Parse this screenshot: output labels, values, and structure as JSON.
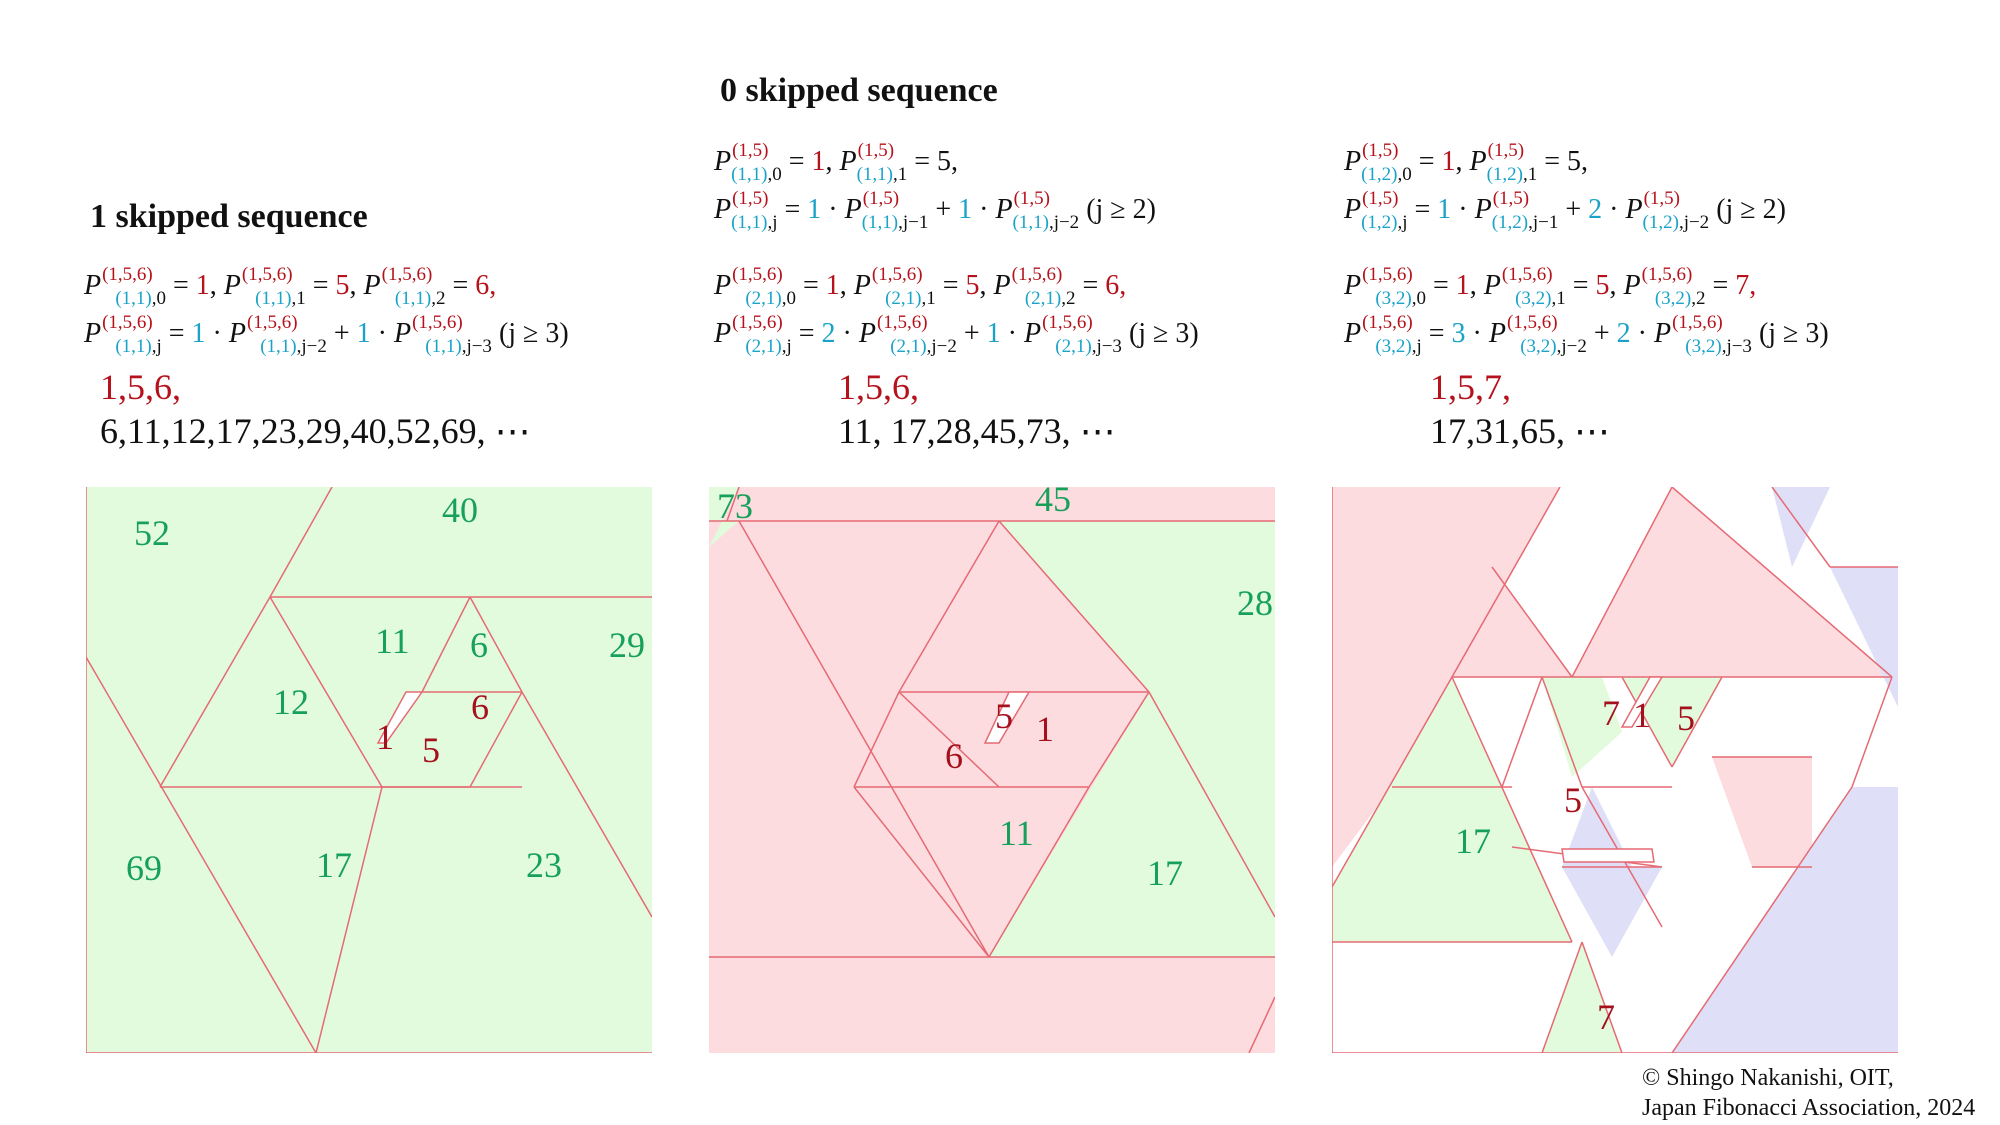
{
  "columns": [
    {
      "heading": "1 skipped sequence",
      "equations": [
        {
          "parts": [
            {
              "t": "P",
              "c": "P"
            },
            {
              "t": "(1,5,6)",
              "c": "sup"
            },
            {
              "t": "(1,1),0",
              "c": "sub"
            },
            {
              "t": " = ",
              "c": ""
            },
            {
              "t": "1",
              "c": "red"
            },
            {
              "t": ", ",
              "c": ""
            },
            {
              "t": "P",
              "c": "P"
            },
            {
              "t": "(1,5,6)",
              "c": "sup"
            },
            {
              "t": "(1,1),1",
              "c": "sub"
            },
            {
              "t": " = ",
              "c": ""
            },
            {
              "t": "5",
              "c": "red"
            },
            {
              "t": ", ",
              "c": ""
            },
            {
              "t": "P",
              "c": "P"
            },
            {
              "t": "(1,5,6)",
              "c": "sup"
            },
            {
              "t": "(1,1),2",
              "c": "sub"
            },
            {
              "t": " = ",
              "c": ""
            },
            {
              "t": "6,",
              "c": "red"
            }
          ]
        },
        {
          "parts": [
            {
              "t": "P",
              "c": "P"
            },
            {
              "t": "(1,5,6)",
              "c": "sup"
            },
            {
              "t": "(1,1),j",
              "c": "sub"
            },
            {
              "t": " = ",
              "c": ""
            },
            {
              "t": "1",
              "c": "cyan"
            },
            {
              "t": " · ",
              "c": ""
            },
            {
              "t": "P",
              "c": "P"
            },
            {
              "t": "(1,5,6)",
              "c": "sup"
            },
            {
              "t": "(1,1),j−2",
              "c": "sub"
            },
            {
              "t": " + ",
              "c": ""
            },
            {
              "t": "1",
              "c": "cyan"
            },
            {
              "t": " · ",
              "c": ""
            },
            {
              "t": "P",
              "c": "P"
            },
            {
              "t": "(1,5,6)",
              "c": "sup"
            },
            {
              "t": "(1,1),j−3",
              "c": "sub"
            },
            {
              "t": "  (j ≥ 3)",
              "c": ""
            }
          ]
        }
      ],
      "seq_initial": "1,5,6,",
      "seq_rest": "6,11,12,17,23,29,40,52,69, ⋯"
    },
    {
      "heading": "0 skipped sequence",
      "equations": [
        {
          "parts": [
            {
              "t": "P",
              "c": "P"
            },
            {
              "t": "(1,5)",
              "c": "sup"
            },
            {
              "t": "(1,1),0",
              "c": "sub"
            },
            {
              "t": " = ",
              "c": ""
            },
            {
              "t": "1",
              "c": "red"
            },
            {
              "t": ", ",
              "c": ""
            },
            {
              "t": "P",
              "c": "P"
            },
            {
              "t": "(1,5)",
              "c": "sup"
            },
            {
              "t": "(1,1),1",
              "c": "sub"
            },
            {
              "t": " = 5,",
              "c": ""
            }
          ]
        },
        {
          "parts": [
            {
              "t": "P",
              "c": "P"
            },
            {
              "t": "(1,5)",
              "c": "sup"
            },
            {
              "t": "(1,1),j",
              "c": "sub"
            },
            {
              "t": " = ",
              "c": ""
            },
            {
              "t": "1",
              "c": "cyan"
            },
            {
              "t": " · ",
              "c": ""
            },
            {
              "t": "P",
              "c": "P"
            },
            {
              "t": "(1,5)",
              "c": "sup"
            },
            {
              "t": "(1,1),j−1",
              "c": "sub"
            },
            {
              "t": " + ",
              "c": ""
            },
            {
              "t": "1",
              "c": "cyan"
            },
            {
              "t": " · ",
              "c": ""
            },
            {
              "t": "P",
              "c": "P"
            },
            {
              "t": "(1,5)",
              "c": "sup"
            },
            {
              "t": "(1,1),j−2",
              "c": "sub"
            },
            {
              "t": "  (j ≥ 2)",
              "c": ""
            }
          ]
        },
        {
          "parts": [
            {
              "t": "P",
              "c": "P"
            },
            {
              "t": "(1,5,6)",
              "c": "sup"
            },
            {
              "t": "(2,1),0",
              "c": "sub"
            },
            {
              "t": " = ",
              "c": ""
            },
            {
              "t": "1",
              "c": "red"
            },
            {
              "t": ", ",
              "c": ""
            },
            {
              "t": "P",
              "c": "P"
            },
            {
              "t": "(1,5,6)",
              "c": "sup"
            },
            {
              "t": "(2,1),1",
              "c": "sub"
            },
            {
              "t": " = ",
              "c": ""
            },
            {
              "t": "5",
              "c": "red"
            },
            {
              "t": ", ",
              "c": ""
            },
            {
              "t": "P",
              "c": "P"
            },
            {
              "t": "(1,5,6)",
              "c": "sup"
            },
            {
              "t": "(2,1),2",
              "c": "sub"
            },
            {
              "t": " = ",
              "c": ""
            },
            {
              "t": "6,",
              "c": "red"
            }
          ]
        },
        {
          "parts": [
            {
              "t": "P",
              "c": "P"
            },
            {
              "t": "(1,5,6)",
              "c": "sup"
            },
            {
              "t": "(2,1),j",
              "c": "sub"
            },
            {
              "t": " = ",
              "c": ""
            },
            {
              "t": "2",
              "c": "cyan"
            },
            {
              "t": " · ",
              "c": ""
            },
            {
              "t": "P",
              "c": "P"
            },
            {
              "t": "(1,5,6)",
              "c": "sup"
            },
            {
              "t": "(2,1),j−2",
              "c": "sub"
            },
            {
              "t": " + ",
              "c": ""
            },
            {
              "t": "1",
              "c": "cyan"
            },
            {
              "t": " · ",
              "c": ""
            },
            {
              "t": "P",
              "c": "P"
            },
            {
              "t": "(1,5,6)",
              "c": "sup"
            },
            {
              "t": "(2,1),j−3",
              "c": "sub"
            },
            {
              "t": "  (j ≥ 3)",
              "c": ""
            }
          ]
        }
      ],
      "seq_initial": "1,5,6,",
      "seq_rest": "11, 17,28,45,73, ⋯"
    },
    {
      "heading": "",
      "equations": [
        {
          "parts": [
            {
              "t": "P",
              "c": "P"
            },
            {
              "t": "(1,5)",
              "c": "sup"
            },
            {
              "t": "(1,2),0",
              "c": "sub"
            },
            {
              "t": " = ",
              "c": ""
            },
            {
              "t": "1",
              "c": "red"
            },
            {
              "t": ", ",
              "c": ""
            },
            {
              "t": "P",
              "c": "P"
            },
            {
              "t": "(1,5)",
              "c": "sup"
            },
            {
              "t": "(1,2),1",
              "c": "sub"
            },
            {
              "t": " = 5,",
              "c": ""
            }
          ]
        },
        {
          "parts": [
            {
              "t": "P",
              "c": "P"
            },
            {
              "t": "(1,5)",
              "c": "sup"
            },
            {
              "t": "(1,2),j",
              "c": "sub"
            },
            {
              "t": " = ",
              "c": ""
            },
            {
              "t": "1",
              "c": "cyan"
            },
            {
              "t": " · ",
              "c": ""
            },
            {
              "t": "P",
              "c": "P"
            },
            {
              "t": "(1,5)",
              "c": "sup"
            },
            {
              "t": "(1,2),j−1",
              "c": "sub"
            },
            {
              "t": " + ",
              "c": ""
            },
            {
              "t": "2",
              "c": "cyan"
            },
            {
              "t": " · ",
              "c": ""
            },
            {
              "t": "P",
              "c": "P"
            },
            {
              "t": "(1,5)",
              "c": "sup"
            },
            {
              "t": "(1,2),j−2",
              "c": "sub"
            },
            {
              "t": "  (j ≥ 2)",
              "c": ""
            }
          ]
        },
        {
          "parts": [
            {
              "t": "P",
              "c": "P"
            },
            {
              "t": "(1,5,6)",
              "c": "sup"
            },
            {
              "t": "(3,2),0",
              "c": "sub"
            },
            {
              "t": " = ",
              "c": ""
            },
            {
              "t": "1",
              "c": "red"
            },
            {
              "t": ", ",
              "c": ""
            },
            {
              "t": "P",
              "c": "P"
            },
            {
              "t": "(1,5,6)",
              "c": "sup"
            },
            {
              "t": "(3,2),1",
              "c": "sub"
            },
            {
              "t": " = ",
              "c": ""
            },
            {
              "t": "5",
              "c": "red"
            },
            {
              "t": ", ",
              "c": ""
            },
            {
              "t": "P",
              "c": "P"
            },
            {
              "t": "(1,5,6)",
              "c": "sup"
            },
            {
              "t": "(3,2),2",
              "c": "sub"
            },
            {
              "t": " = ",
              "c": ""
            },
            {
              "t": "7,",
              "c": "red"
            }
          ]
        },
        {
          "parts": [
            {
              "t": "P",
              "c": "P"
            },
            {
              "t": "(1,5,6)",
              "c": "sup"
            },
            {
              "t": "(3,2),j",
              "c": "sub"
            },
            {
              "t": " = ",
              "c": ""
            },
            {
              "t": "3",
              "c": "cyan"
            },
            {
              "t": " · ",
              "c": ""
            },
            {
              "t": "P",
              "c": "P"
            },
            {
              "t": "(1,5,6)",
              "c": "sup"
            },
            {
              "t": "(3,2),j−2",
              "c": "sub"
            },
            {
              "t": " + ",
              "c": ""
            },
            {
              "t": "2",
              "c": "cyan"
            },
            {
              "t": " · ",
              "c": ""
            },
            {
              "t": "P",
              "c": "P"
            },
            {
              "t": "(1,5,6)",
              "c": "sup"
            },
            {
              "t": "(3,2),j−3",
              "c": "sub"
            },
            {
              "t": "  (j ≥ 3)",
              "c": ""
            }
          ]
        }
      ],
      "seq_initial": "1,5,7,",
      "seq_rest": "17,31,65, ⋯"
    }
  ],
  "diagram_labels": {
    "left": {
      "green": [
        "52",
        "40",
        "11",
        "6",
        "29",
        "12",
        "69",
        "17",
        "23"
      ],
      "red": [
        "6",
        "1",
        "5"
      ]
    },
    "middle": {
      "green": [
        "73",
        "45",
        "28",
        "11",
        "17"
      ],
      "red": [
        "5",
        "1",
        "6"
      ]
    },
    "right": {
      "green": [
        "17"
      ],
      "red": [
        "7",
        "1",
        "5",
        "5",
        "7"
      ]
    }
  },
  "colors": {
    "green_fill": "#e1fbdc",
    "pink_fill": "#fcdcdf",
    "lavender_fill": "#dfdff8",
    "edge": "#e56a74",
    "label_green": "#17a05a",
    "label_red": "#a4101c",
    "coef_cyan": "#1aa3c7"
  },
  "credit": {
    "line1": "© Shingo Nakanishi, OIT,",
    "line2": "Japan Fibonacci Association, 2024"
  }
}
